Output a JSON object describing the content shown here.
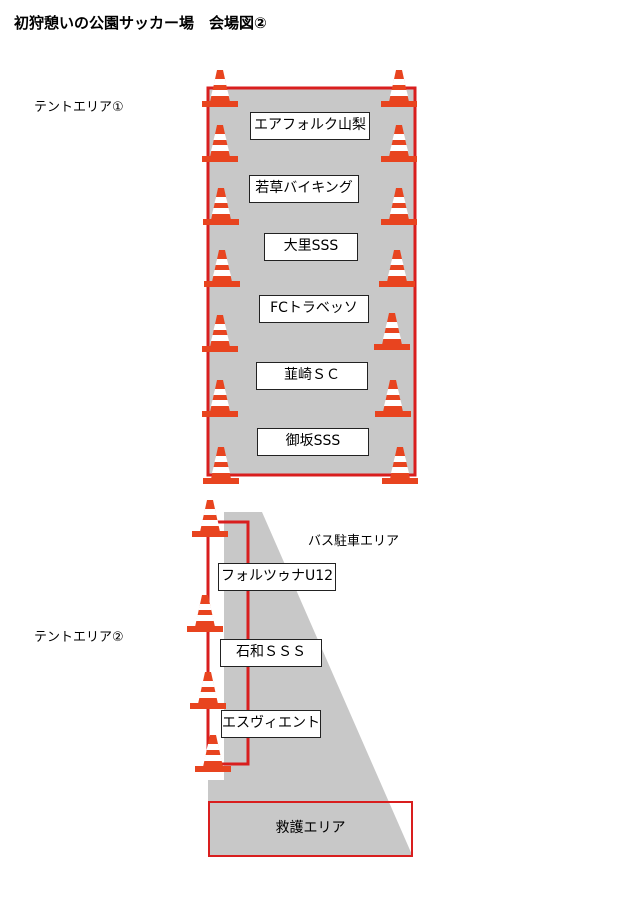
{
  "title": "初狩憩いの公園サッカー場　会場図②",
  "areas": {
    "tent1": "テントエリア①",
    "tent2": "テントエリア②",
    "bus": "バス駐車エリア",
    "first_aid": "救護エリア"
  },
  "tent1_teams": [
    "エアフォルク山梨",
    "若草バイキング",
    "大里SSS",
    "FCトラベッソ",
    "韮崎ＳＣ",
    "御坂SSS"
  ],
  "tent2_teams": [
    "フォルツゥナU12",
    "石和ＳＳＳ",
    "エスヴィエント"
  ],
  "colors": {
    "boundary": "#d91e1e",
    "field": "#c8c8c8",
    "cone": "#e8441f",
    "cone_stripe": "#ffffff"
  }
}
